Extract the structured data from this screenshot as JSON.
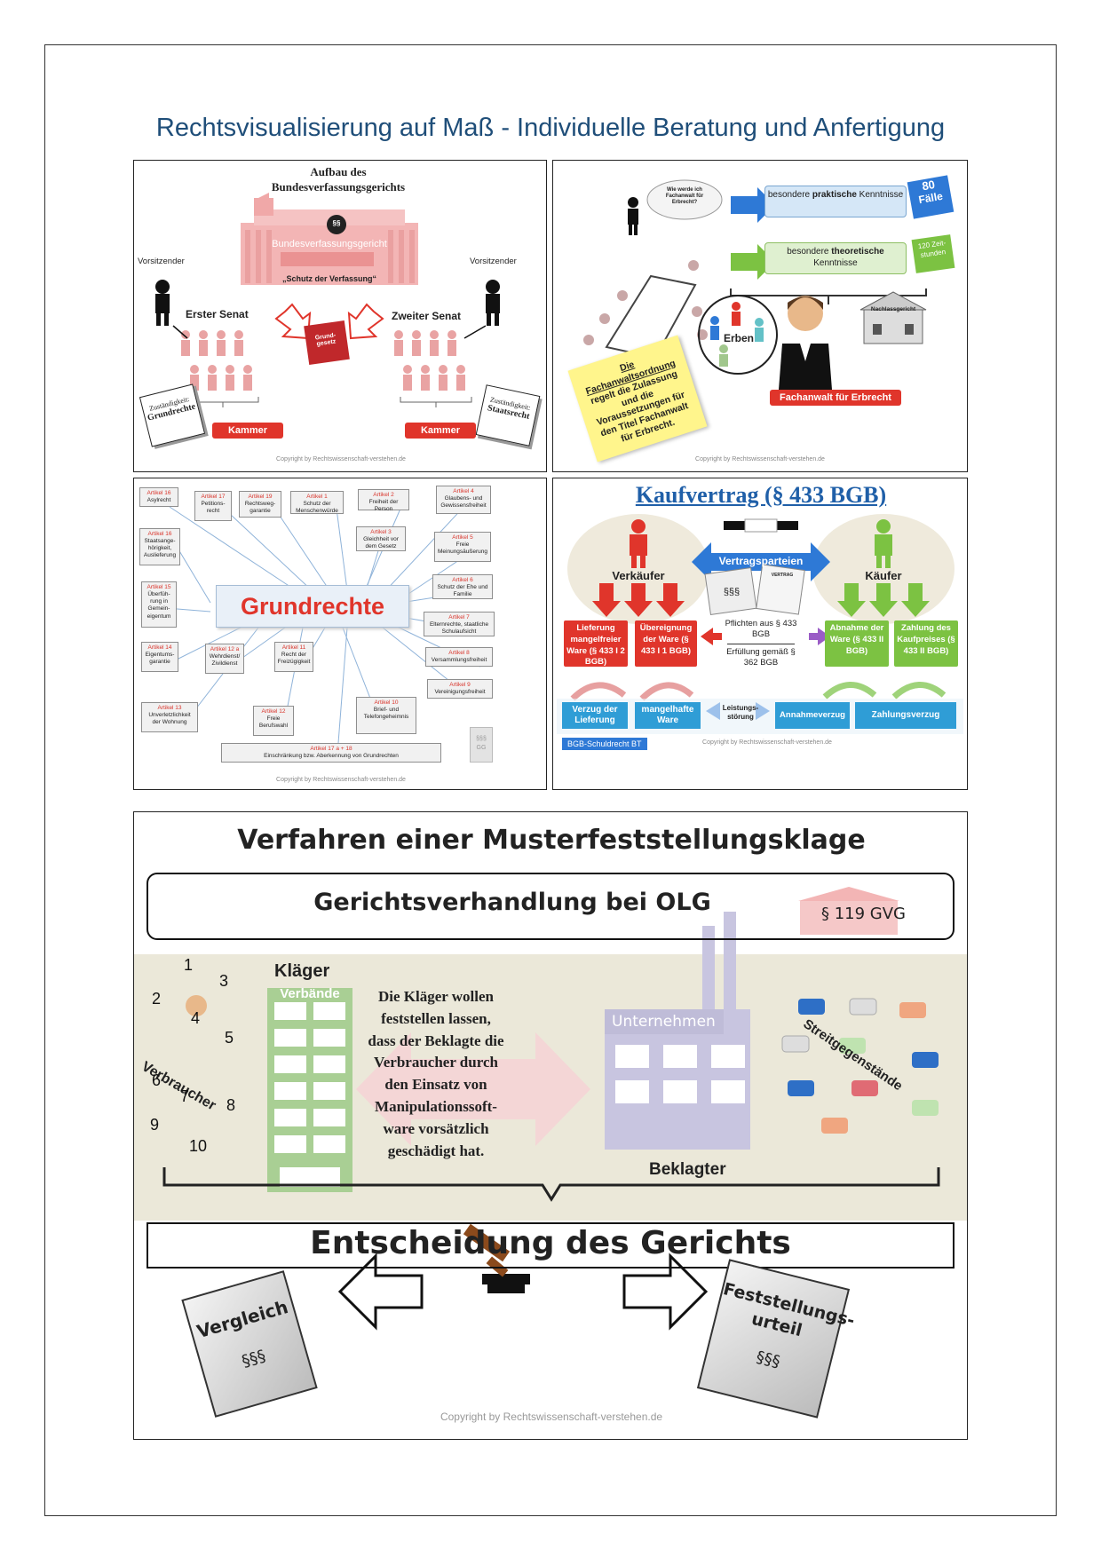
{
  "page": {
    "heading": "Rechtsvisualisierung auf Maß - Individuelle Beratung und Anfertigung"
  },
  "panel_bverfg": {
    "title_line1": "Aufbau des",
    "title_line2": "Bundesverfassungsgerichts",
    "building_label": "Bundesverfassungsgericht",
    "paragraph_sign": "§§",
    "motto": "„Schutz der Verfassung“",
    "chair_left": "Vorsitzender",
    "chair_right": "Vorsitzender",
    "senate_left": "Erster Senat",
    "senate_right": "Zweiter Senat",
    "book_label": "Grund-gesetz",
    "chamber_left": "Kammer",
    "chamber_right": "Kammer",
    "note_left_line1": "Zuständigkeit:",
    "note_left_line2": "Grundrechte",
    "note_right_line1": "Zuständigkeit:",
    "note_right_line2": "Staatsrecht",
    "copyright": "Copyright by Rechtswissenschaft-verstehen.de"
  },
  "panel_fachanwalt": {
    "thought": "Wie werde ich Fachanwalt für Erbrecht?",
    "practical_pre": "besondere ",
    "practical_bold": "praktische",
    "practical_post": " Kenntnisse",
    "cases_count": "80",
    "cases_label": "Fälle",
    "theoretical_pre": "besondere ",
    "theoretical_bold": "theoretische",
    "theoretical_post": " Kenntnisse",
    "hours_label": "120 Zeit-stunden",
    "sticky_underlined": "Die Fachanwaltsordnung",
    "sticky_text": "regelt die Zulassung und die Voraussetzungen für den Titel Fachanwalt für Erbrecht.",
    "heirs_label": "Erben",
    "court_label": "Nachlassgericht",
    "lawyer_label": "Fachanwalt für Erbrecht",
    "copyright": "Copyright by Rechtswissenschaft-verstehen.de"
  },
  "panel_grundrechte": {
    "center_title": "Grundrechte",
    "items": [
      {
        "art": "Artikel 16",
        "text": "Asylrecht"
      },
      {
        "art": "Artikel 17",
        "text": "Petitions-recht"
      },
      {
        "art": "Artikel 19",
        "text": "Rechtsweg-garantie"
      },
      {
        "art": "Artikel 1",
        "text": "Schutz der Menschenwürde"
      },
      {
        "art": "Artikel 2",
        "text": "Freiheit der Person"
      },
      {
        "art": "Artikel 4",
        "text": "Glaubens- und Gewissensfreiheit"
      },
      {
        "art": "Artikel 16",
        "text": "Staatsange-hörigkeit, Auslieferung"
      },
      {
        "art": "Artikel 3",
        "text": "Gleichheit vor dem Gesetz"
      },
      {
        "art": "Artikel 5",
        "text": "Freie Meinungsäußerung"
      },
      {
        "art": "Artikel 6",
        "text": "Schutz der Ehe und Familie"
      },
      {
        "art": "Artikel 15",
        "text": "Überfüh-rung in Gemein-eigentum"
      },
      {
        "art": "Artikel 7",
        "text": "Elternrechte, staatliche Schulaufsicht"
      },
      {
        "art": "Artikel 14",
        "text": "Eigentums-garantie"
      },
      {
        "art": "Artikel 12 a",
        "text": "Wehrdienst/ Zivildienst"
      },
      {
        "art": "Artikel 11",
        "text": "Recht der Freizügigkeit"
      },
      {
        "art": "Artikel 8",
        "text": "Versammlungsfreiheit"
      },
      {
        "art": "Artikel 9",
        "text": "Vereinigungsfreiheit"
      },
      {
        "art": "Artikel 13",
        "text": "Unverletzlichkeit der Wohnung"
      },
      {
        "art": "Artikel 12",
        "text": "Freie Berufswahl"
      },
      {
        "art": "Artikel 10",
        "text": "Brief- und Telefongeheimnis"
      }
    ],
    "bottom_art": "Artikel 17 a + 18",
    "bottom_text": "Einschränkung bzw. Aberkennung von Grundrechten",
    "book_label": "§§§ GG",
    "copyright": "Copyright by Rechtswissenschaft-verstehen.de"
  },
  "panel_kaufvertrag": {
    "title": "Kaufvertrag (§ 433 BGB)",
    "parties": "Vertragsparteien",
    "seller": "Verkäufer",
    "buyer": "Käufer",
    "contract_sign": "§§§",
    "contract_doc": "VERTRAG",
    "duties": "Pflichten aus § 433 BGB",
    "fulfilment": "Erfüllung gemäß § 362 BGB",
    "seller_duty_1": "Lieferung mangelfreier Ware (§ 433 I 2 BGB)",
    "seller_duty_2": "Übereignung der Ware (§ 433 I 1 BGB)",
    "buyer_duty_1": "Abnahme der Ware (§ 433 II BGB)",
    "buyer_duty_2": "Zahlung des Kaufpreises (§ 433 II BGB)",
    "delay_delivery": "Verzug der Lieferung",
    "defective_goods": "mangelhafte Ware",
    "breach": "Leistungs-störung",
    "acceptance_delay": "Annahmeverzug",
    "payment_delay": "Zahlungsverzug",
    "tag": "BGB-Schuldrecht BT",
    "copyright": "Copyright by Rechtswissenschaft-verstehen.de"
  },
  "panel_muster": {
    "title": "Verfahren einer Musterfeststellungsklage",
    "hearing": "Gerichtsverhandlung bei OLG",
    "gvg": "§ 119 GVG",
    "plaintiff": "Kläger",
    "associations": "Verbände",
    "consumers": "Verbraucher",
    "consumer_numbers": [
      "1",
      "2",
      "3",
      "4",
      "5",
      "6",
      "7",
      "8",
      "9",
      "10"
    ],
    "claim_text": "Die Kläger wollen feststellen lassen, dass der Beklagte die Verbraucher durch den Einsatz von Manipulationssoft-ware vorsätzlich geschädigt hat.",
    "company": "Unternehmen",
    "defendant": "Beklagter",
    "items_in_dispute": "Streitgegenstände",
    "decision": "Entscheidung des Gerichts",
    "settlement": "Vergleich",
    "settlement_sign": "§§§",
    "judgment": "Feststellungs-urteil",
    "judgment_sign": "§§§",
    "copyright": "Copyright by Rechtswissenschaft-verstehen.de"
  },
  "colors": {
    "heading": "#1f4e79",
    "red": "#e0352b",
    "green": "#7cc242",
    "blue": "#2f9dd6",
    "pink_building": "#f3b5b5"
  }
}
